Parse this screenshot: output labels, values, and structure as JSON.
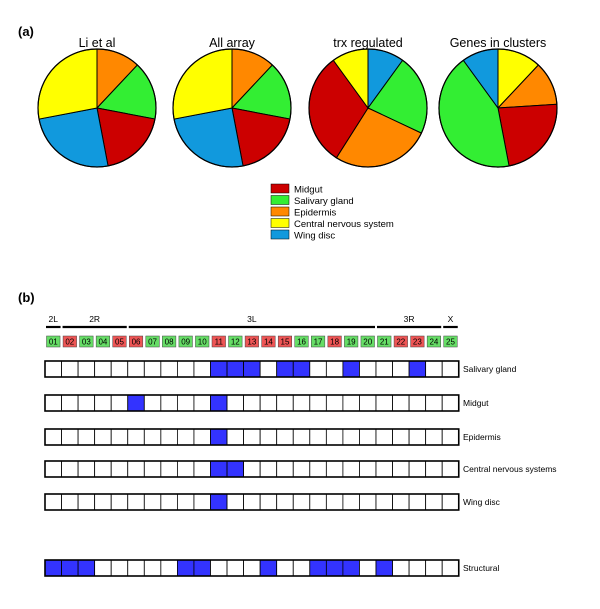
{
  "panel_a_label": "(a)",
  "panel_b_label": "(b)",
  "colors": {
    "midgut": "#cc0000",
    "salivary": "#33ee33",
    "epidermis": "#ff8800",
    "cns": "#ffff00",
    "wing": "#1199dd",
    "highlight": "#3333ff",
    "box_green": "#66dd66",
    "box_red": "#ee5555"
  },
  "chart_data": [
    {
      "type": "pie",
      "title": "Li et al",
      "slices": [
        {
          "category": "epidermis",
          "value": 12
        },
        {
          "category": "salivary",
          "value": 16
        },
        {
          "category": "midgut",
          "value": 19
        },
        {
          "category": "wing",
          "value": 25
        },
        {
          "category": "cns",
          "value": 28
        }
      ]
    },
    {
      "type": "pie",
      "title": "All array",
      "slices": [
        {
          "category": "epidermis",
          "value": 12
        },
        {
          "category": "salivary",
          "value": 16
        },
        {
          "category": "midgut",
          "value": 19
        },
        {
          "category": "wing",
          "value": 25
        },
        {
          "category": "cns",
          "value": 28
        }
      ]
    },
    {
      "type": "pie",
      "title": "trx regulated",
      "slices": [
        {
          "category": "wing",
          "value": 10
        },
        {
          "category": "salivary",
          "value": 22
        },
        {
          "category": "epidermis",
          "value": 27
        },
        {
          "category": "midgut",
          "value": 31
        },
        {
          "category": "cns",
          "value": 10
        }
      ]
    },
    {
      "type": "pie",
      "title": "Genes in clusters",
      "slices": [
        {
          "category": "cns",
          "value": 12
        },
        {
          "category": "epidermis",
          "value": 12
        },
        {
          "category": "midgut",
          "value": 23
        },
        {
          "category": "salivary",
          "value": 43
        },
        {
          "category": "wing",
          "value": 10
        }
      ]
    },
    {
      "type": "table",
      "chromosomes": [
        {
          "label": "2L",
          "from": 1,
          "to": 1
        },
        {
          "label": "2R",
          "from": 2,
          "to": 5
        },
        {
          "label": "3L",
          "from": 6,
          "to": 20
        },
        {
          "label": "3R",
          "from": 21,
          "to": 24
        },
        {
          "label": "X",
          "from": 25,
          "to": 25
        }
      ],
      "segments": [
        "01",
        "02",
        "03",
        "04",
        "05",
        "06",
        "07",
        "08",
        "09",
        "10",
        "11",
        "12",
        "13",
        "14",
        "15",
        "16",
        "17",
        "18",
        "19",
        "20",
        "21",
        "22",
        "23",
        "24",
        "25"
      ],
      "segment_colors": [
        "green",
        "red",
        "green",
        "green",
        "red",
        "red",
        "green",
        "green",
        "green",
        "green",
        "red",
        "green",
        "red",
        "red",
        "red",
        "green",
        "green",
        "red",
        "green",
        "green",
        "green",
        "red",
        "red",
        "green",
        "green"
      ],
      "rows": [
        {
          "label": "Salivary gland",
          "highlighted": [
            11,
            12,
            13,
            15,
            16,
            19,
            23
          ]
        },
        {
          "label": "Midgut",
          "highlighted": [
            6,
            11
          ]
        },
        {
          "label": "Epidermis",
          "highlighted": [
            11
          ]
        },
        {
          "label": "Central nervous systems",
          "highlighted": [
            11,
            12
          ]
        },
        {
          "label": "Wing disc",
          "highlighted": [
            11
          ]
        },
        {
          "label": "Structural",
          "highlighted": [
            1,
            2,
            3,
            9,
            10,
            14,
            17,
            18,
            19,
            21
          ]
        }
      ]
    }
  ],
  "legend": [
    {
      "key": "midgut",
      "label": "Midgut"
    },
    {
      "key": "salivary",
      "label": "Salivary gland"
    },
    {
      "key": "epidermis",
      "label": "Epidermis"
    },
    {
      "key": "cns",
      "label": "Central nervous system"
    },
    {
      "key": "wing",
      "label": "Wing disc"
    }
  ]
}
